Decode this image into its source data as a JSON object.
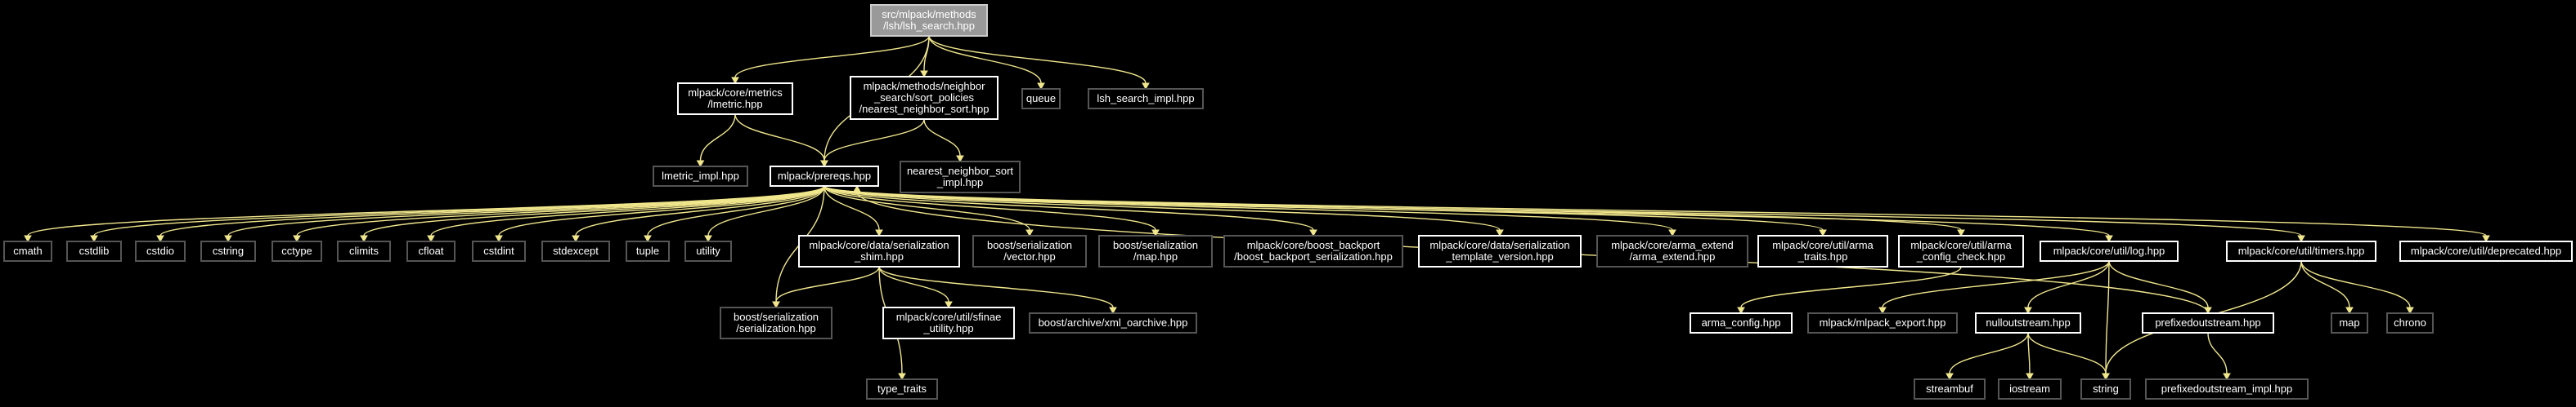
{
  "graph": {
    "title": "",
    "colors": {
      "background": "#000000",
      "edge": "#f0e68c",
      "text": "#ffffff",
      "root_fill": "#999999",
      "internal_border": "#ffffff",
      "leaf_border": "#555555"
    },
    "nodes": [
      {
        "id": "root",
        "lines": [
          "src/mlpack/methods",
          "/lsh/lsh_search.hpp"
        ],
        "kind": "root"
      },
      {
        "id": "lmetric",
        "lines": [
          "mlpack/core/metrics",
          "/lmetric.hpp"
        ],
        "kind": "internal"
      },
      {
        "id": "nns",
        "lines": [
          "mlpack/methods/neighbor",
          "_search/sort_policies",
          "/nearest_neighbor_sort.hpp"
        ],
        "kind": "internal"
      },
      {
        "id": "queue",
        "lines": [
          "queue"
        ],
        "kind": "leaf"
      },
      {
        "id": "lshimpl",
        "lines": [
          "lsh_search_impl.hpp"
        ],
        "kind": "leaf"
      },
      {
        "id": "lmetricimpl",
        "lines": [
          "lmetric_impl.hpp"
        ],
        "kind": "leaf"
      },
      {
        "id": "prereqs",
        "lines": [
          "mlpack/prereqs.hpp"
        ],
        "kind": "internal"
      },
      {
        "id": "nnsimpl",
        "lines": [
          "nearest_neighbor_sort",
          "_impl.hpp"
        ],
        "kind": "leaf"
      },
      {
        "id": "cmath",
        "lines": [
          "cmath"
        ],
        "kind": "leaf"
      },
      {
        "id": "cstdlib",
        "lines": [
          "cstdlib"
        ],
        "kind": "leaf"
      },
      {
        "id": "cstdio",
        "lines": [
          "cstdio"
        ],
        "kind": "leaf"
      },
      {
        "id": "cstring",
        "lines": [
          "cstring"
        ],
        "kind": "leaf"
      },
      {
        "id": "cctype",
        "lines": [
          "cctype"
        ],
        "kind": "leaf"
      },
      {
        "id": "climits",
        "lines": [
          "climits"
        ],
        "kind": "leaf"
      },
      {
        "id": "cfloat",
        "lines": [
          "cfloat"
        ],
        "kind": "leaf"
      },
      {
        "id": "cstdint",
        "lines": [
          "cstdint"
        ],
        "kind": "leaf"
      },
      {
        "id": "stdexcept",
        "lines": [
          "stdexcept"
        ],
        "kind": "leaf"
      },
      {
        "id": "tuple",
        "lines": [
          "tuple"
        ],
        "kind": "leaf"
      },
      {
        "id": "utility",
        "lines": [
          "utility"
        ],
        "kind": "leaf"
      },
      {
        "id": "shim",
        "lines": [
          "mlpack/core/data/serialization",
          "_shim.hpp"
        ],
        "kind": "internal"
      },
      {
        "id": "bvector",
        "lines": [
          "boost/serialization",
          "/vector.hpp"
        ],
        "kind": "leaf"
      },
      {
        "id": "bmap",
        "lines": [
          "boost/serialization",
          "/map.hpp"
        ],
        "kind": "leaf"
      },
      {
        "id": "backport",
        "lines": [
          "mlpack/core/boost_backport",
          "/boost_backport_serialization.hpp"
        ],
        "kind": "leaf"
      },
      {
        "id": "stv",
        "lines": [
          "mlpack/core/data/serialization",
          "_template_version.hpp"
        ],
        "kind": "internal"
      },
      {
        "id": "armaext",
        "lines": [
          "mlpack/core/arma_extend",
          "/arma_extend.hpp"
        ],
        "kind": "leaf"
      },
      {
        "id": "armatraits",
        "lines": [
          "mlpack/core/util/arma",
          "_traits.hpp"
        ],
        "kind": "internal"
      },
      {
        "id": "armacc",
        "lines": [
          "mlpack/core/util/arma",
          "_config_check.hpp"
        ],
        "kind": "internal"
      },
      {
        "id": "log",
        "lines": [
          "mlpack/core/util/log.hpp"
        ],
        "kind": "internal"
      },
      {
        "id": "timers",
        "lines": [
          "mlpack/core/util/timers.hpp"
        ],
        "kind": "internal"
      },
      {
        "id": "deprecated",
        "lines": [
          "mlpack/core/util/deprecated.hpp"
        ],
        "kind": "internal"
      },
      {
        "id": "bser",
        "lines": [
          "boost/serialization",
          "/serialization.hpp"
        ],
        "kind": "leaf"
      },
      {
        "id": "sfinae",
        "lines": [
          "mlpack/core/util/sfinae",
          "_utility.hpp"
        ],
        "kind": "internal"
      },
      {
        "id": "xml",
        "lines": [
          "boost/archive/xml_oarchive.hpp"
        ],
        "kind": "leaf"
      },
      {
        "id": "typetraits",
        "lines": [
          "type_traits"
        ],
        "kind": "leaf"
      },
      {
        "id": "armaconfig",
        "lines": [
          "arma_config.hpp"
        ],
        "kind": "internal"
      },
      {
        "id": "export",
        "lines": [
          "mlpack/mlpack_export.hpp"
        ],
        "kind": "leaf"
      },
      {
        "id": "nullout",
        "lines": [
          "nulloutstream.hpp"
        ],
        "kind": "internal"
      },
      {
        "id": "prefixed",
        "lines": [
          "prefixedoutstream.hpp"
        ],
        "kind": "internal"
      },
      {
        "id": "map",
        "lines": [
          "map"
        ],
        "kind": "leaf"
      },
      {
        "id": "chrono",
        "lines": [
          "chrono"
        ],
        "kind": "leaf"
      },
      {
        "id": "streambuf",
        "lines": [
          "streambuf"
        ],
        "kind": "leaf"
      },
      {
        "id": "iostream",
        "lines": [
          "iostream"
        ],
        "kind": "leaf"
      },
      {
        "id": "string",
        "lines": [
          "string"
        ],
        "kind": "leaf"
      },
      {
        "id": "prefixedimpl",
        "lines": [
          "prefixedoutstream_impl.hpp"
        ],
        "kind": "leaf"
      }
    ],
    "edges": [
      [
        "root",
        "lmetric"
      ],
      [
        "root",
        "prereqs"
      ],
      [
        "root",
        "nns"
      ],
      [
        "root",
        "queue"
      ],
      [
        "root",
        "lshimpl"
      ],
      [
        "lmetric",
        "lmetricimpl"
      ],
      [
        "lmetric",
        "prereqs"
      ],
      [
        "nns",
        "prereqs"
      ],
      [
        "nns",
        "nnsimpl"
      ],
      [
        "prereqs",
        "cmath"
      ],
      [
        "prereqs",
        "cstdlib"
      ],
      [
        "prereqs",
        "cstdio"
      ],
      [
        "prereqs",
        "cstring"
      ],
      [
        "prereqs",
        "cctype"
      ],
      [
        "prereqs",
        "climits"
      ],
      [
        "prereqs",
        "cfloat"
      ],
      [
        "prereqs",
        "cstdint"
      ],
      [
        "prereqs",
        "stdexcept"
      ],
      [
        "prereqs",
        "tuple"
      ],
      [
        "prereqs",
        "utility"
      ],
      [
        "prereqs",
        "bser"
      ],
      [
        "prereqs",
        "shim"
      ],
      [
        "prereqs",
        "bvector"
      ],
      [
        "prereqs",
        "bmap"
      ],
      [
        "prereqs",
        "backport"
      ],
      [
        "prereqs",
        "stv"
      ],
      [
        "prereqs",
        "armaext"
      ],
      [
        "prereqs",
        "armatraits"
      ],
      [
        "prereqs",
        "armacc"
      ],
      [
        "prereqs",
        "log"
      ],
      [
        "prereqs",
        "timers"
      ],
      [
        "prereqs",
        "deprecated"
      ],
      [
        "shim",
        "bser"
      ],
      [
        "shim",
        "typetraits"
      ],
      [
        "shim",
        "sfinae"
      ],
      [
        "shim",
        "xml"
      ],
      [
        "armacc",
        "armaconfig"
      ],
      [
        "log",
        "export"
      ],
      [
        "log",
        "nullout"
      ],
      [
        "log",
        "prefixed"
      ],
      [
        "log",
        "string"
      ],
      [
        "nullout",
        "streambuf"
      ],
      [
        "nullout",
        "iostream"
      ],
      [
        "nullout",
        "string"
      ],
      [
        "prefixed",
        "prefixedimpl"
      ],
      [
        "prefixed",
        "prereqs"
      ],
      [
        "timers",
        "map"
      ],
      [
        "timers",
        "chrono"
      ],
      [
        "timers",
        "string"
      ]
    ]
  }
}
